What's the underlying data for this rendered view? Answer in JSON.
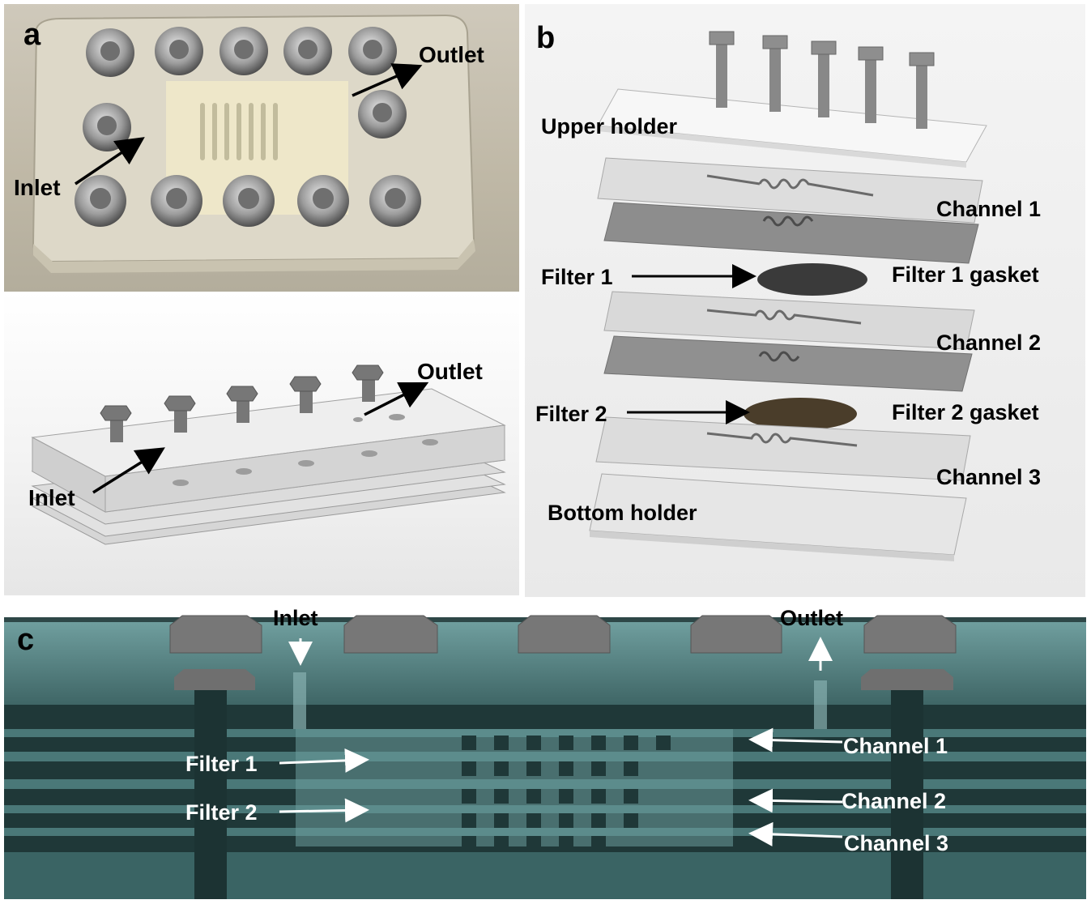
{
  "panel_a": {
    "letter": "a",
    "photo": {
      "outlet": "Outlet",
      "inlet": "Inlet"
    },
    "render": {
      "outlet": "Outlet",
      "inlet": "Inlet"
    }
  },
  "panel_b": {
    "letter": "b",
    "labels": {
      "upper_holder": "Upper holder",
      "channel_1": "Channel 1",
      "filter_1": "Filter 1",
      "filter_1_gasket": "Filter 1 gasket",
      "channel_2": "Channel 2",
      "filter_2": "Filter 2",
      "filter_2_gasket": "Filter 2 gasket",
      "channel_3": "Channel 3",
      "bottom_holder": "Bottom holder"
    }
  },
  "panel_c": {
    "letter": "c",
    "labels": {
      "inlet": "Inlet",
      "outlet": "Outlet",
      "filter_1": "Filter 1",
      "filter_2": "Filter 2",
      "channel_1": "Channel 1",
      "channel_2": "Channel 2",
      "channel_3": "Channel 3"
    }
  },
  "colors": {
    "photo_bg": "#c6c0ae",
    "acrylic": "#e2dfd2",
    "screw": "#9a9a9a",
    "render_plate": "#d9d9d9",
    "bolt": "#6e6e6e",
    "section_bg": "#2e4747",
    "section_glass": "#5f8f8f",
    "section_dark": "#1c3333",
    "arrow_dark": "#000000",
    "arrow_light": "#ffffff"
  }
}
